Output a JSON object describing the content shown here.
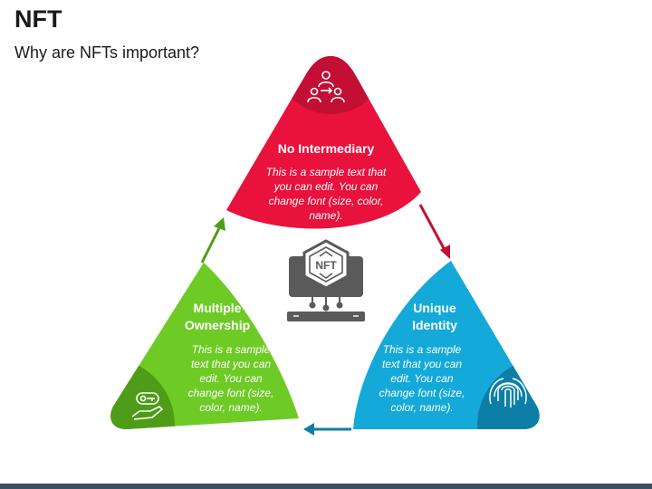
{
  "title": "NFT",
  "subtitle": "Why are NFTs important?",
  "center_badge": "NFT",
  "colors": {
    "red": "#e8123d",
    "red_dark": "#c20f33",
    "green": "#6ecb26",
    "green_dark": "#4f9c18",
    "blue": "#14a9d9",
    "blue_dark": "#0d7fa6",
    "icon_gray": "#5a5a5a"
  },
  "panels": {
    "top": {
      "heading": "No Intermediary",
      "body": "This is a sample text that you can edit. You can change font (size, color, name).",
      "icon": "people-network-icon"
    },
    "left": {
      "heading": "Multiple Ownership",
      "body": "This is a sample text that you can edit. You can change font (size, color, name).",
      "icon": "hand-key-icon"
    },
    "right": {
      "heading": "Unique Identity",
      "body": "This is a sample text that you can edit. You can change font (size, color, name).",
      "icon": "fingerprint-icon"
    }
  }
}
